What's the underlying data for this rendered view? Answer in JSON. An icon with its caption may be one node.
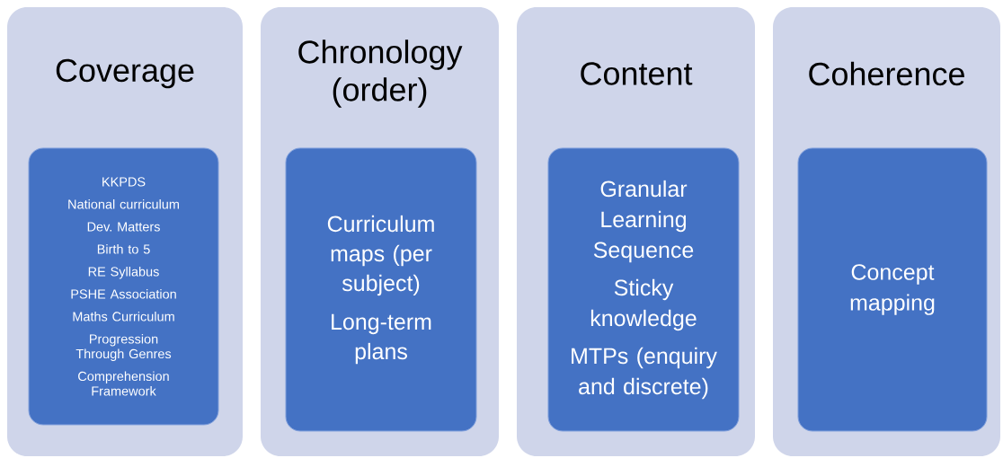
{
  "diagram": {
    "nodes": [
      {
        "text": [
          "Coverage"
        ]
      },
      {
        "text": [
          "KKPDS",
          "National curriculum",
          "Dev. Matters",
          "Birth to 5",
          "RE Syllabus",
          "PSHE Association",
          "Maths Curriculum",
          "Progression Through Genres",
          "Comprehension Framework"
        ],
        "in": 0
      },
      {
        "text": [
          "Chronology (order)"
        ]
      },
      {
        "text": [
          "Curriculum maps (per subject)",
          "Long-term plans"
        ],
        "in": 2
      },
      {
        "text": [
          "Content"
        ]
      },
      {
        "text": [
          "Granular Learning Sequence",
          "Sticky knowledge",
          "MTPs (enquiry and discrete)"
        ],
        "in": 4
      },
      {
        "text": [
          "Coherence"
        ]
      },
      {
        "text": [
          "Concept mapping"
        ],
        "in": 6
      }
    ]
  }
}
